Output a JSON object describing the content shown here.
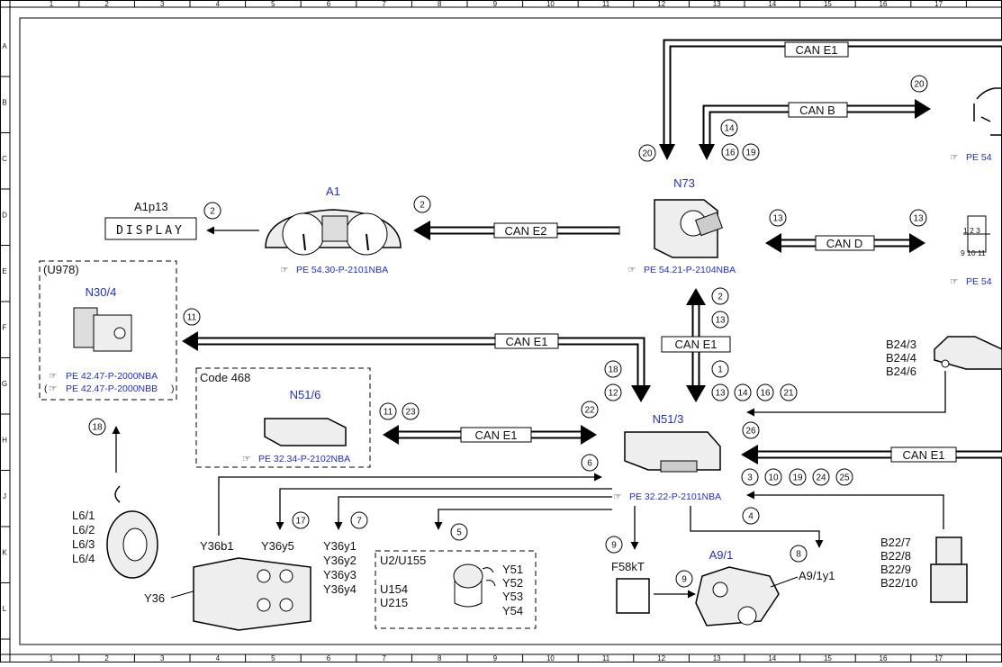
{
  "border": {
    "cols": [
      "1",
      "2",
      "3",
      "4",
      "5",
      "6",
      "7",
      "8",
      "9",
      "10",
      "11",
      "12",
      "13",
      "14",
      "15",
      "16",
      "17"
    ],
    "rows": [
      "A",
      "B",
      "C",
      "D",
      "E",
      "F",
      "G",
      "H",
      "J",
      "K",
      "L"
    ]
  },
  "components": {
    "a1p13": {
      "label": "A1p13",
      "display_text": "DISPLAY"
    },
    "a1": {
      "label": "A1",
      "ref": "PE 54.30-P-2101NBA"
    },
    "n73": {
      "label": "N73",
      "ref": "PE 54.21-P-2104NBA"
    },
    "n304": {
      "group": "(U978)",
      "label": "N30/4",
      "ref1": "PE 42.47-P-2000NBA",
      "ref2_prefix": "(",
      "ref2": "PE 42.47-P-2000NBB",
      "ref2_suffix": ")"
    },
    "n516": {
      "group": "Code 468",
      "label": "N51/6",
      "ref": "PE 32.34-P-2102NBA"
    },
    "n513": {
      "label": "N51/3",
      "ref": "PE 32.22-P-2101NBA"
    },
    "a91": {
      "label": "A9/1",
      "sub": "A9/1y1"
    },
    "f58kt": {
      "label": "F58kT"
    },
    "l6": {
      "labels": [
        "L6/1",
        "L6/2",
        "L6/3",
        "L6/4"
      ]
    },
    "y36": {
      "label": "Y36",
      "b1": "Y36b1",
      "y5": "Y36y5",
      "ys": [
        "Y36y1",
        "Y36y2",
        "Y36y3",
        "Y36y4"
      ]
    },
    "u2": {
      "labels": [
        "U2/U155",
        "",
        "U154",
        "U215"
      ],
      "ys": [
        "Y51",
        "Y52",
        "Y53",
        "Y54"
      ]
    },
    "b24": {
      "labels": [
        "B24/3",
        "B24/4",
        "B24/6"
      ]
    },
    "b22": {
      "labels": [
        "B22/7",
        "B22/8",
        "B22/9",
        "B22/10"
      ]
    },
    "partial_refs": {
      "b": "PE 54",
      "e": "PE 54"
    }
  },
  "buses": {
    "can_e1_top": "CAN E1",
    "can_b": "CAN B",
    "can_e2": "CAN E2",
    "can_d": "CAN D",
    "can_e1_vert": "CAN E1",
    "can_e1_n30": "CAN E1",
    "can_e1_n51": "CAN E1",
    "can_e1_right": "CAN E1"
  },
  "circles": {
    "c20a": "20",
    "c14": "14",
    "c16a": "16",
    "c19a": "19",
    "c20b": "20",
    "c2a": "2",
    "c2b": "2",
    "c13a": "13",
    "c13b": "13",
    "c2c": "2",
    "c13c": "13",
    "c1": "1",
    "c13d": "13",
    "c14b": "14",
    "c16b": "16",
    "c21": "21",
    "c11a": "11",
    "c18a": "18",
    "c12": "12",
    "c11b": "11",
    "c23": "23",
    "c22": "22",
    "c26": "26",
    "c3": "3",
    "c10": "10",
    "c19b": "19",
    "c24": "24",
    "c25": "25",
    "c6": "6",
    "c4": "4",
    "c18b": "18",
    "c17": "17",
    "c7": "7",
    "c5": "5",
    "c9a": "9",
    "c9b": "9",
    "c8": "8"
  }
}
